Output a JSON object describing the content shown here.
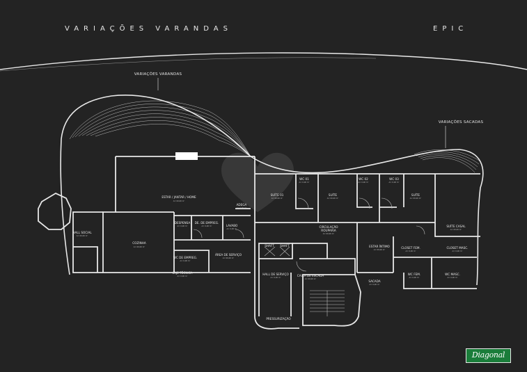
{
  "header": {
    "title_left": "VARIAÇÕES VARANDAS",
    "title_right": "EPIC"
  },
  "callouts": {
    "varandas": "VARIAÇÕES VARANDAS",
    "sacadas": "VARIAÇÕES SACADAS"
  },
  "logo": {
    "text": "Diagonal",
    "color": "#1a7d3a"
  },
  "colors": {
    "background": "#232323",
    "lines": "#e8e8e8",
    "watermark": "#5a5a5a"
  },
  "rooms": {
    "hall_social": {
      "name": "HALL SOCIAL",
      "area": "A= 00,00 m²"
    },
    "estar": {
      "name": "ESTAR / JANTAR / HOME",
      "area": "A= 00,00 m²"
    },
    "cozinha": {
      "name": "COZINHA",
      "area": "A= 00,00 m²"
    },
    "despensa": {
      "name": "DESPENSA",
      "area": "A= 0,00 m²"
    },
    "dep_empreg": {
      "name": "DE. DE EMPREG.",
      "area": "A= 0,00 m²"
    },
    "lavabo": {
      "name": "LAVABO",
      "area": "A= 0,00 m²"
    },
    "adega": {
      "name": "ADEGA",
      "area": "A= 0,00 m²"
    },
    "wc_empreg": {
      "name": "WC DE EMPREG.",
      "area": "A= 0,00 m²"
    },
    "area_servico": {
      "name": "ÁREA DE SERVIÇO",
      "area": "A= 00,00 m²"
    },
    "laje_tecnica": {
      "name": "LAJE TÉCNICA",
      "area": "A= 0,00 m²"
    },
    "suite1": {
      "name": "SUÍTE 01",
      "area": "A= 00,00 m²"
    },
    "wc1": {
      "name": "WC 01",
      "area": "A= 0,00 m²"
    },
    "suite2": {
      "name": "SUÍTE",
      "area": "A= 00,00 m²"
    },
    "wc2": {
      "name": "WC 02",
      "area": "A= 0,00 m²"
    },
    "wc3": {
      "name": "WC 03",
      "area": "A= 0,00 m²"
    },
    "suite3": {
      "name": "SUÍTE",
      "area": "A= 00,00 m²"
    },
    "suite_casal": {
      "name": "SUÍTE CASAL",
      "area": "A= 00,00 m²"
    },
    "circulacao": {
      "name": "CIRCULAÇÃO",
      "name2": "ROUPARIA",
      "area": "A= 00,00 m²"
    },
    "estar_intimo": {
      "name": "ESTAR ÍNTIMO",
      "area": "A= 00,00 m²"
    },
    "closet_fem": {
      "name": "CLOSET FEM.",
      "area": "A= 0,00 m²"
    },
    "closet_masc": {
      "name": "CLOSET MASC.",
      "area": "A= 0,00 m²"
    },
    "wc_fem": {
      "name": "WC FEM.",
      "area": "A= 0,00 m²"
    },
    "wc_masc": {
      "name": "WC MASC.",
      "area": "A= 0,00 m²"
    },
    "sacada": {
      "name": "SACADA",
      "area": "A= 0,00 m²"
    },
    "hall_servico": {
      "name": "HALL DE SERVIÇO",
      "area": "A= 0,00 m²"
    },
    "caixa_escada": {
      "name": "CAIXA DE ESCADA",
      "area": "A= 00,00 m²"
    },
    "pressurizacao": {
      "name": "PRESSURIZAÇÃO"
    },
    "shaft1": {
      "name": "SHAFT"
    },
    "shaft2": {
      "name": "SHAFT"
    }
  }
}
